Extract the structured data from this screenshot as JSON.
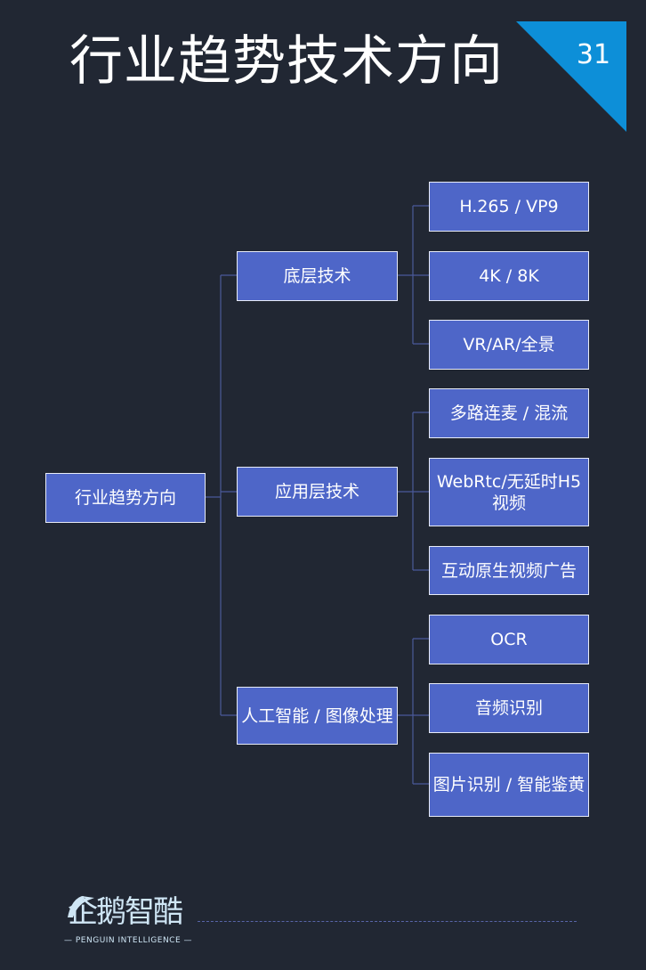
{
  "header": {
    "title": "行业趋势技术方向",
    "page_number": "31"
  },
  "tree": {
    "root": "行业趋势方向",
    "branches": [
      {
        "label": "底层技术",
        "leaves": [
          "H.265 / VP9",
          "4K / 8K",
          "VR/AR/全景"
        ]
      },
      {
        "label": "应用层技术",
        "leaves": [
          "多路连麦 / 混流",
          "WebRtc/无延时H5视频",
          "互动原生视频广告"
        ]
      },
      {
        "label": "人工智能 / 图像处理",
        "leaves": [
          "OCR",
          "音频识别",
          "图片识别 / 智能鉴黄"
        ]
      }
    ]
  },
  "footer": {
    "logo_text": "企鹅智酷",
    "logo_sub": "PENGUIN INTELLIGENCE"
  },
  "colors": {
    "background": "#212733",
    "box": "#4e66c8",
    "accent": "#0d8fd8",
    "line": "#4a5a9a"
  }
}
